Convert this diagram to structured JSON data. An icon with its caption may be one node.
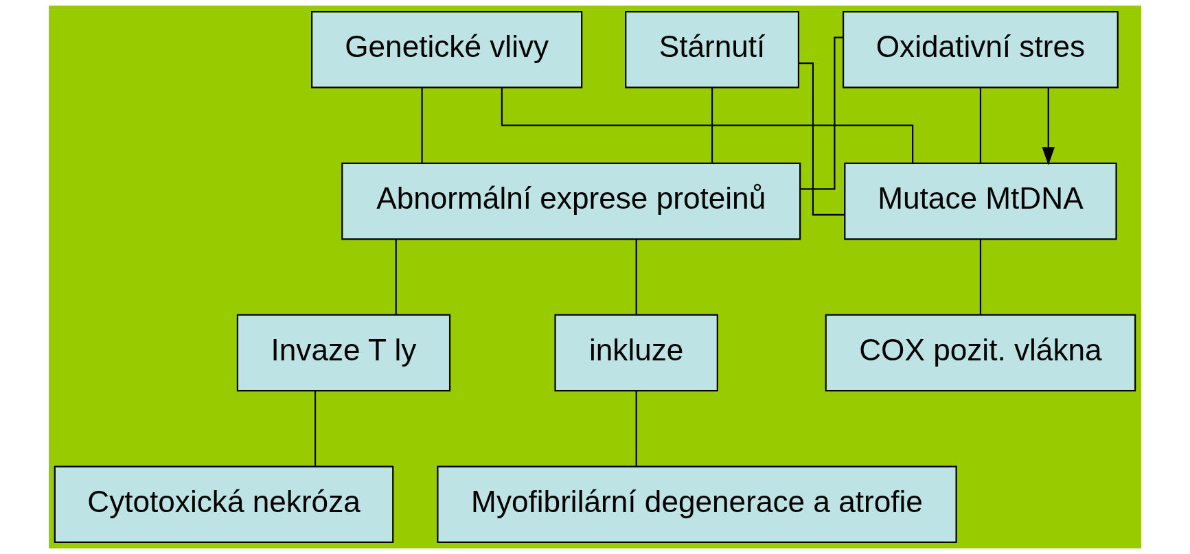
{
  "diagram": {
    "nodes": [
      {
        "text": [
          "Genetické vlivy"
        ]
      },
      {
        "text": [
          "Stárnutí"
        ]
      },
      {
        "text": [
          "Oxidativní stres"
        ]
      },
      {
        "text": [
          "Abnormální exprese proteinů"
        ]
      },
      {
        "text": [
          "Mutace MtDNA"
        ]
      },
      {
        "text": [
          "inkluze"
        ]
      },
      {
        "text": [
          "Invaze T ly"
        ]
      },
      {
        "text": [
          "COX pozit. vlákna"
        ]
      },
      {
        "text": [
          "Myofibrilární degenerace a atrofie"
        ]
      },
      {
        "text": [
          "Cytotoxická nekróza"
        ]
      }
    ],
    "edges": [
      {
        "from": 0,
        "to": 3,
        "arrow": "none"
      },
      {
        "from": 1,
        "to": 3,
        "arrow": "none"
      },
      {
        "from": 2,
        "to": 3,
        "arrow": "none"
      },
      {
        "from": 0,
        "to": 4,
        "arrow": "none"
      },
      {
        "from": 1,
        "to": 4,
        "arrow": "none"
      },
      {
        "from": 2,
        "to": 4,
        "arrow": "none"
      },
      {
        "from": 2,
        "to": 4,
        "arrow": "to"
      },
      {
        "from": 3,
        "to": 5,
        "arrow": "none"
      },
      {
        "from": 3,
        "to": 6,
        "arrow": "none"
      },
      {
        "from": 5,
        "to": 8,
        "arrow": "none"
      },
      {
        "from": 6,
        "to": 9,
        "arrow": "none"
      },
      {
        "from": 4,
        "to": 7,
        "arrow": "none"
      }
    ]
  }
}
